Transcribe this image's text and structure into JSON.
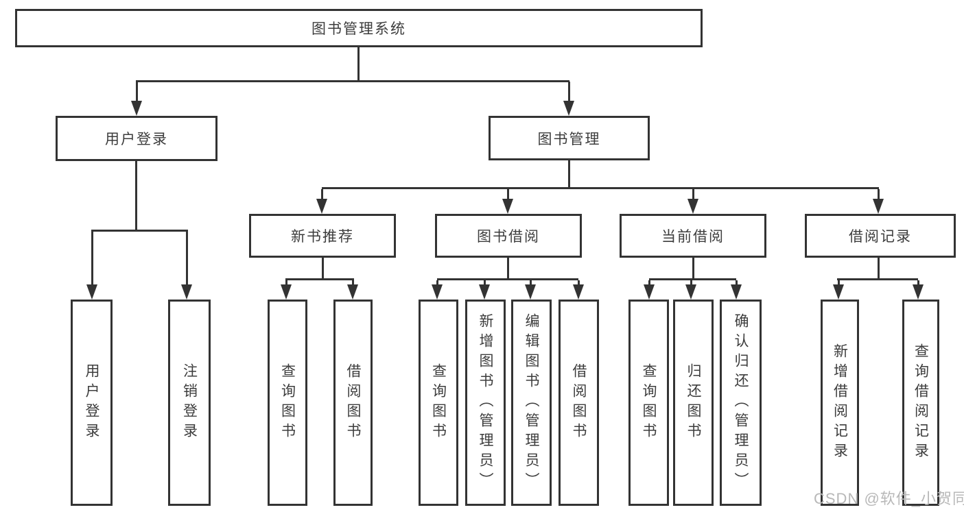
{
  "colors": {
    "line": "#333333",
    "text": "#3c3c3c",
    "watermark": "#b8b8b8",
    "bg": "#ffffff"
  },
  "tree": {
    "root": "图书管理系统",
    "branches": [
      {
        "label": "用户登录",
        "children": [
          "用户登录",
          "注销登录"
        ]
      },
      {
        "label": "图书管理",
        "groups": [
          {
            "label": "新书推荐",
            "children": [
              "查询图书",
              "借阅图书"
            ]
          },
          {
            "label": "图书借阅",
            "children": [
              "查询图书",
              "新增图书（管理员）",
              "编辑图书（管理员）",
              "借阅图书"
            ]
          },
          {
            "label": "当前借阅",
            "children": [
              "查询图书",
              "归还图书",
              "确认归还（管理员）"
            ]
          },
          {
            "label": "借阅记录",
            "children": [
              "新增借阅记录",
              "查询借阅记录"
            ]
          }
        ]
      }
    ]
  },
  "watermark": "CSDN @软件_小贺同学"
}
